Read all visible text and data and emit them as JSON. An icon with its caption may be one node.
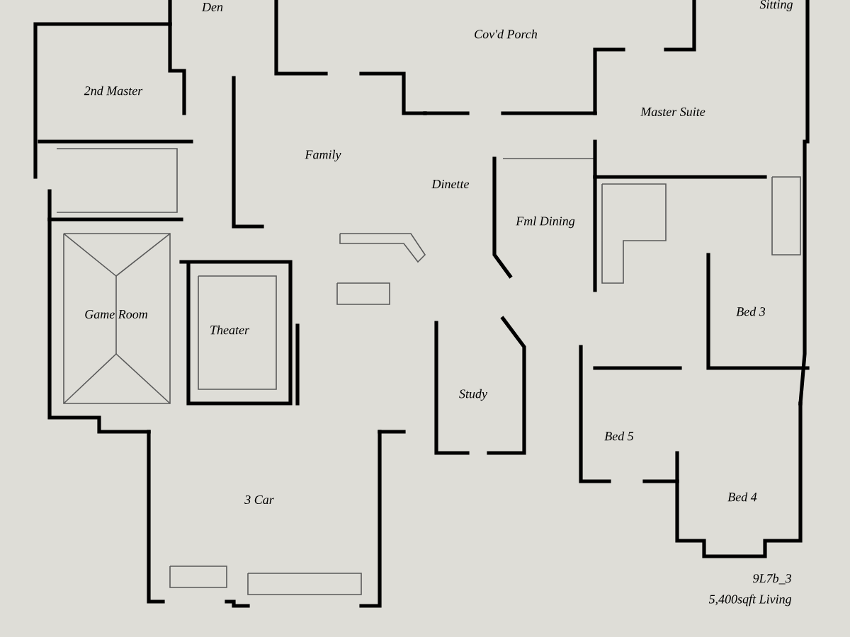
{
  "diagram": {
    "labels": [
      "Den",
      "Cov'd Porch",
      "Sitting",
      "2nd Master",
      "Family",
      "Dinette",
      "Master Suite",
      "Fml Dining",
      "Game Room",
      "Theater",
      "Bed 3",
      "Study",
      "Bed 5",
      "Bed 4",
      "3 Car",
      "9L7b_3",
      "5,400sqft Living"
    ]
  }
}
